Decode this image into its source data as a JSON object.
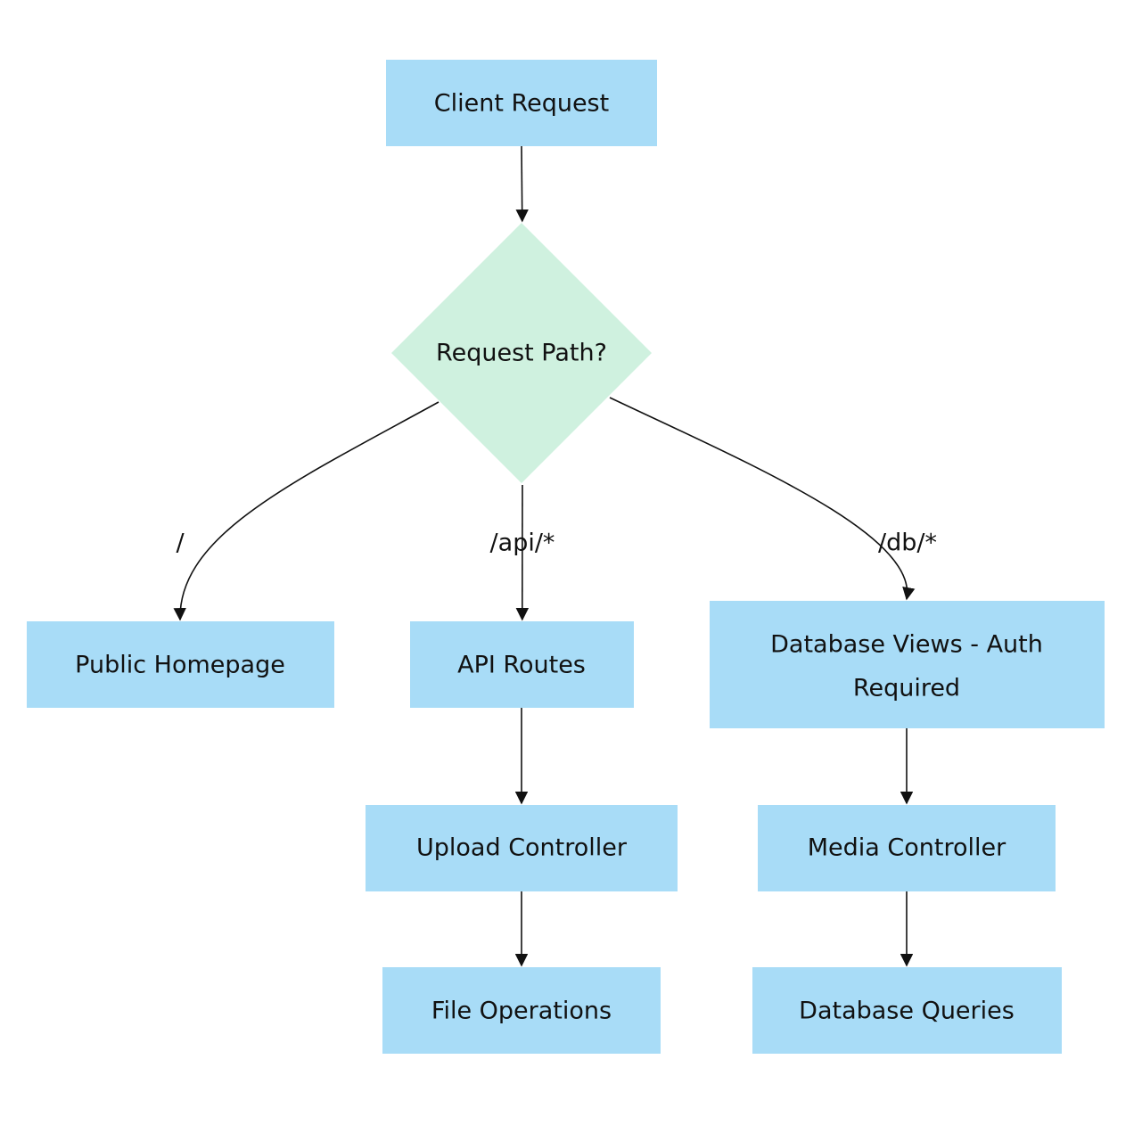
{
  "colors": {
    "process_fill": "#a8dcf7",
    "decision_fill": "#cff1df",
    "edge": "#111111",
    "text": "#111111"
  },
  "nodes": {
    "client_request": "Client Request",
    "request_path": "Request Path?",
    "public_homepage": "Public Homepage",
    "api_routes": "API Routes",
    "database_views": [
      "Database Views - Auth",
      "Required"
    ],
    "upload_controller": "Upload Controller",
    "media_controller": "Media Controller",
    "file_operations": "File Operations",
    "database_queries": "Database Queries"
  },
  "edges": [
    {
      "from": "client_request",
      "to": "request_path",
      "label": ""
    },
    {
      "from": "request_path",
      "to": "public_homepage",
      "label": "/"
    },
    {
      "from": "request_path",
      "to": "api_routes",
      "label": "/api/*"
    },
    {
      "from": "request_path",
      "to": "database_views",
      "label": "/db/*"
    },
    {
      "from": "api_routes",
      "to": "upload_controller",
      "label": ""
    },
    {
      "from": "upload_controller",
      "to": "file_operations",
      "label": ""
    },
    {
      "from": "database_views",
      "to": "media_controller",
      "label": ""
    },
    {
      "from": "media_controller",
      "to": "database_queries",
      "label": ""
    }
  ]
}
